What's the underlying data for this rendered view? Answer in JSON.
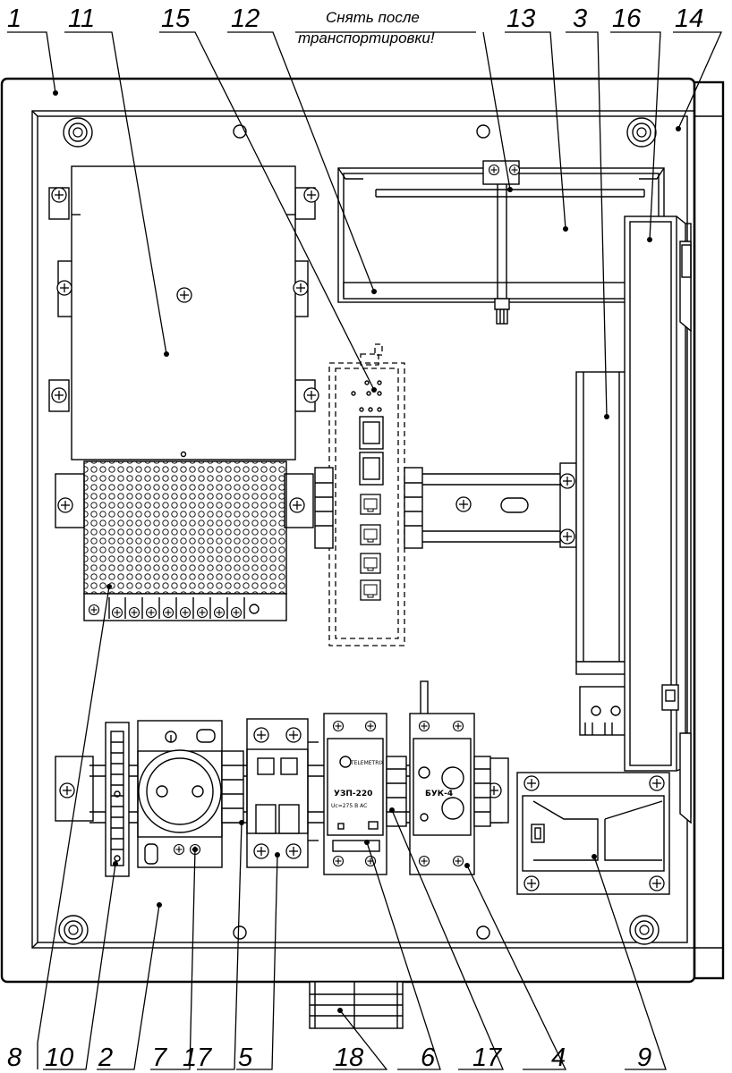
{
  "callouts": {
    "top": [
      "1",
      "11",
      "15",
      "12",
      "13",
      "3",
      "16",
      "14"
    ],
    "bottom": [
      "8",
      "10",
      "2",
      "7",
      "17",
      "5",
      "18",
      "6",
      "17",
      "4",
      "9"
    ]
  },
  "note": {
    "line1": "Снять после",
    "line2": "транспортировки!"
  },
  "device_labels": {
    "uzp_brand": "TELEMETRIX",
    "uzp_model": "УЗП-220",
    "uzp_rating": "Uс=275 В AC",
    "buk_model": "БУК-4"
  }
}
